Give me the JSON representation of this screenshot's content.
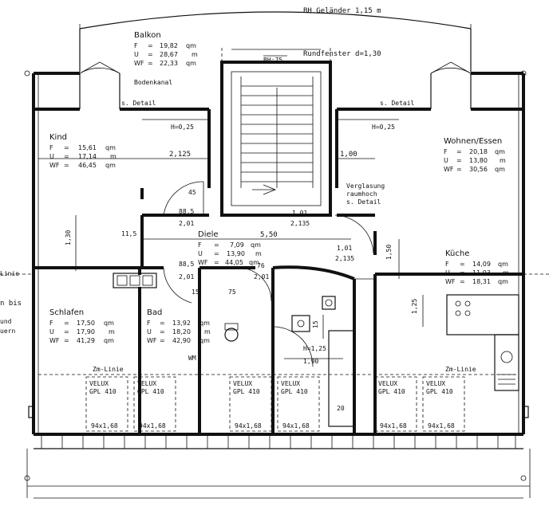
{
  "header": {
    "bh_gelaender": "BH Geländer  1,15 m"
  },
  "rooms": [
    {
      "id": "balkon",
      "name": "Balkon",
      "F": "19,82",
      "Fu": "qm",
      "U": "28,67",
      "Uu": "m",
      "WF": "22,33",
      "WFu": "qm"
    },
    {
      "id": "kind",
      "name": "Kind",
      "F": "15,61",
      "Fu": "qm",
      "U": "17,14",
      "Uu": "m",
      "WF": "46,45",
      "WFu": "qm"
    },
    {
      "id": "wohnen",
      "name": "Wohnen/Essen",
      "F": "20,18",
      "Fu": "qm",
      "U": "13,80",
      "Uu": "m",
      "WF": "30,56",
      "WFu": "qm"
    },
    {
      "id": "diele",
      "name": "Diele",
      "F": "7,09",
      "Fu": "qm",
      "U": "13,90",
      "Uu": "m",
      "WF": "44,05",
      "WFu": "qm"
    },
    {
      "id": "kueche",
      "name": "Küche",
      "F": "14,09",
      "Fu": "qm",
      "U": "11,03",
      "Uu": "m",
      "WF": "18,31",
      "WFu": "qm"
    },
    {
      "id": "schlafen",
      "name": "Schlafen",
      "F": "17,50",
      "Fu": "qm",
      "U": "17,90",
      "Uu": "m",
      "WF": "41,29",
      "WFu": "qm"
    },
    {
      "id": "bad",
      "name": "Bad",
      "F": "13,92",
      "Fu": "qm",
      "U": "18,20",
      "Uu": "m",
      "WF": "42,90",
      "WFu": "qm"
    }
  ],
  "annotations": {
    "bh75": "BH:75",
    "rundfenster": "Rundfenster d=1,30",
    "bodenkanal": "Bodenkanal",
    "s_detail": "s. Detail",
    "h025": "H=0,25",
    "dim_2125": "2,125",
    "dim_100": "1,00",
    "verglasung_1": "Verglasung",
    "verglasung_2": "raumhoch",
    "verglasung_3": "s. Detail",
    "dim_45": "45",
    "dim_885": "88,5",
    "dim_201": "2,01",
    "dim_101": "1,01",
    "dim_2135": "2,135",
    "dim_550": "5,50",
    "dim_115": "11,5",
    "dim_130": "1,30",
    "dim_150": "1,50",
    "dim_76": "76",
    "dim_15": "15",
    "dim_75": "75",
    "dim_125": "1,25",
    "dim_h125": "H=1,25",
    "dim_190": "1,90",
    "dim_20": "20",
    "wm": "WM",
    "zm_linie": "Zm-Linie",
    "velux_1": "VELUX",
    "velux_2": "GPL 410",
    "velux_size": "94x1,68",
    "edge_linie": "Linie",
    "edge_bis": "n bis",
    "edge_und": "und",
    "edge_uern": "uern"
  }
}
